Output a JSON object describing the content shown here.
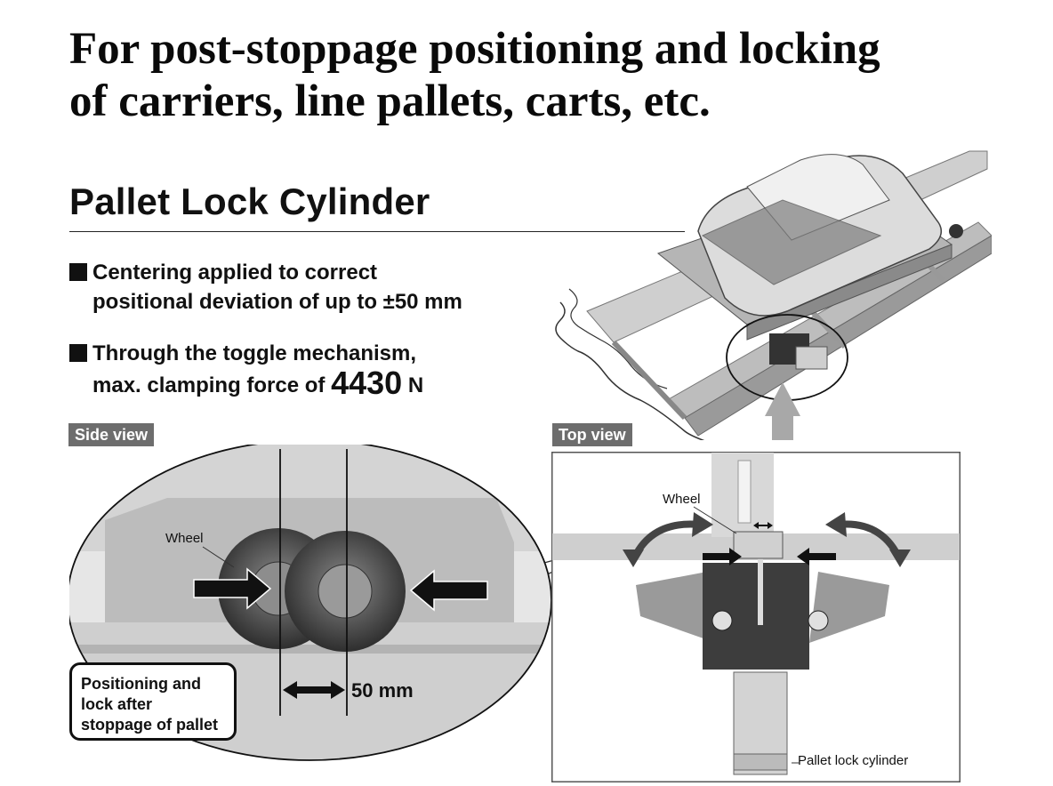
{
  "headline": {
    "line1": "For post-stoppage positioning and locking",
    "line2": "of carriers, line pallets, carts, etc."
  },
  "product_title": "Pallet Lock Cylinder",
  "features": [
    {
      "line1": "Centering applied to correct",
      "line2": "positional deviation of up to ±50 mm"
    },
    {
      "line1": "Through the toggle mechanism,",
      "line2_prefix": "max. clamping force of ",
      "value": "4430",
      "unit": " N"
    }
  ],
  "side_view": {
    "label": "Side view",
    "wheel_label": "Wheel",
    "dimension_label": "50 mm",
    "callout": {
      "line1": "Positioning and",
      "line2": "lock after",
      "line3": "stoppage of pallet"
    }
  },
  "top_view": {
    "label": "Top view",
    "wheel_label": "Wheel",
    "cylinder_label": "Pallet lock cylinder"
  },
  "colors": {
    "label_bg": "#6d6d6d",
    "text": "#111111"
  }
}
